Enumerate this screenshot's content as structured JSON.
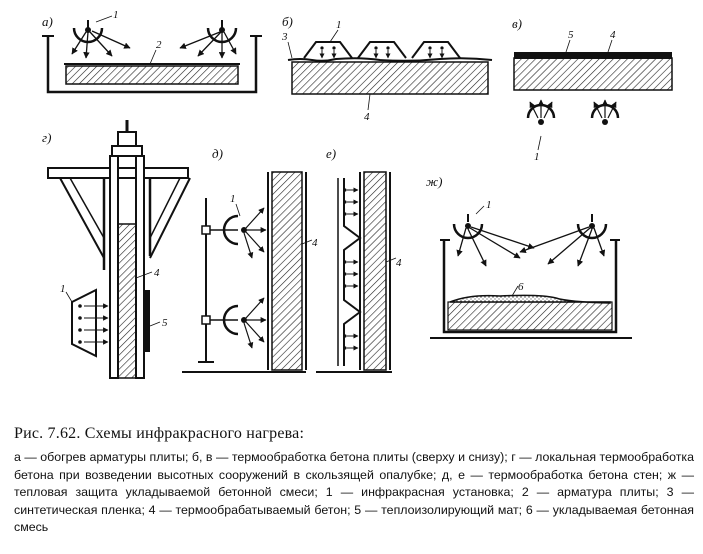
{
  "figure": {
    "panel_labels": [
      "а)",
      "б)",
      "в)",
      "г)",
      "д)",
      "е)",
      "ж)"
    ],
    "callouts": {
      "a": [
        "1",
        "2"
      ],
      "b": [
        "1",
        "3",
        "4"
      ],
      "v": [
        "5",
        "4",
        "1"
      ],
      "g": [
        "1",
        "4",
        "5"
      ],
      "d": [
        "1",
        "4"
      ],
      "e": [
        "4"
      ],
      "zh": [
        "1",
        "6"
      ]
    }
  },
  "caption": {
    "title": "Рис. 7.62. Схемы инфракрасного нагрева:",
    "body": "а — обогрев арматуры плиты; б, в — термообработка бетона плиты (сверху и снизу); г — локальная термообработка бетона при возведении высотных сооружений в скользящей опалубке; д, е — термообработка бетона стен; ж — тепловая защита укладываемой бетонной смеси; 1 — инфракрасная установка; 2 — арматура плиты; 3 — синтетическая пленка; 4 — термообрабатываемый бетон; 5 — теплоизолирующий мат; 6 — укладываемая бетонная смесь"
  }
}
